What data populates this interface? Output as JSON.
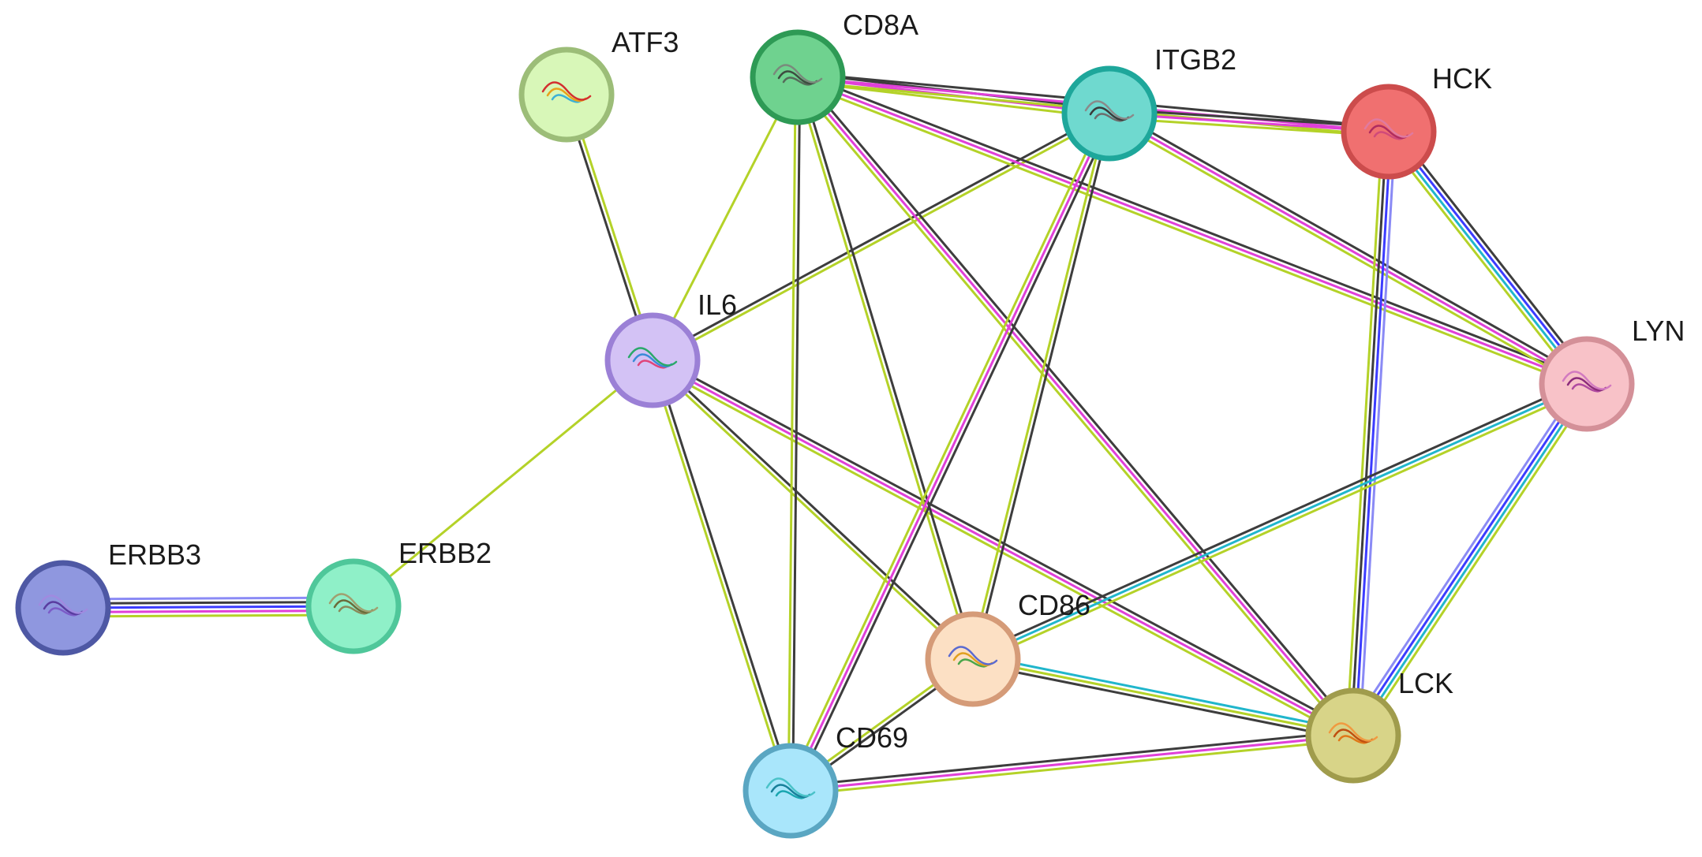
{
  "network": {
    "nodes": [
      {
        "id": "ATF3",
        "label": "ATF3",
        "fill": "#d8f7b8",
        "ring": "#9cbd78",
        "glyph": [
          "#3bb0d6",
          "#e8a21a",
          "#d32f2f"
        ]
      },
      {
        "id": "CD8A",
        "label": "CD8A",
        "fill": "#6fd28f",
        "ring": "#2e9a55",
        "glyph": [
          "#556b5a",
          "#3d4d40",
          "#7a8a7c"
        ]
      },
      {
        "id": "ITGB2",
        "label": "ITGB2",
        "fill": "#6fd9cf",
        "ring": "#1ea79b",
        "glyph": [
          "#6d6d6d",
          "#3a3a3a",
          "#8a8a8a"
        ]
      },
      {
        "id": "HCK",
        "label": "HCK",
        "fill": "#f07070",
        "ring": "#cc4c4c",
        "glyph": [
          "#d04a7a",
          "#b02c60",
          "#e07aa0"
        ]
      },
      {
        "id": "IL6",
        "label": "IL6",
        "fill": "#d3c2f5",
        "ring": "#9b80d6",
        "glyph": [
          "#e0457a",
          "#3a8ad8",
          "#2aa86a"
        ]
      },
      {
        "id": "LYN",
        "label": "LYN",
        "fill": "#f8c2c8",
        "ring": "#d49098",
        "glyph": [
          "#b04aa0",
          "#8c2c7c",
          "#d27ac0"
        ]
      },
      {
        "id": "ERBB3",
        "label": "ERBB3",
        "fill": "#8f97df",
        "ring": "#4e58a4",
        "glyph": [
          "#7c5cc8",
          "#5a3ca0",
          "#a08ae0"
        ]
      },
      {
        "id": "ERBB2",
        "label": "ERBB2",
        "fill": "#8ff0c8",
        "ring": "#4fc79a",
        "glyph": [
          "#8a8a5a",
          "#6b6b3a",
          "#a0a070"
        ]
      },
      {
        "id": "CD86",
        "label": "CD86",
        "fill": "#fce0c4",
        "ring": "#d59b78",
        "glyph": [
          "#4aa64a",
          "#e0a020",
          "#5a6ad0"
        ]
      },
      {
        "id": "LCK",
        "label": "LCK",
        "fill": "#d8d488",
        "ring": "#a09c4c",
        "glyph": [
          "#e07818",
          "#c05010",
          "#f09a40"
        ]
      },
      {
        "id": "CD69",
        "label": "CD69",
        "fill": "#a9e6fb",
        "ring": "#5aa6c2",
        "glyph": [
          "#1aa6b0",
          "#18809a",
          "#4ac2c8"
        ]
      }
    ],
    "evidence_colors": {
      "black": "#3d3d3d",
      "magenta": "#e040d8",
      "lime": "#b4d228",
      "blue": "#3c3cff",
      "lightblue": "#8a8af5",
      "cyan": "#20b6cc"
    },
    "edges": [
      {
        "a": "ATF3",
        "b": "IL6",
        "ev": [
          "lime",
          "black"
        ]
      },
      {
        "a": "IL6",
        "b": "CD8A",
        "ev": [
          "lime"
        ]
      },
      {
        "a": "IL6",
        "b": "ITGB2",
        "ev": [
          "black",
          "lime"
        ]
      },
      {
        "a": "IL6",
        "b": "ERBB2",
        "ev": [
          "lime"
        ]
      },
      {
        "a": "IL6",
        "b": "CD69",
        "ev": [
          "black",
          "lime"
        ]
      },
      {
        "a": "IL6",
        "b": "CD86",
        "ev": [
          "black",
          "lime"
        ]
      },
      {
        "a": "IL6",
        "b": "LCK",
        "ev": [
          "black",
          "magenta",
          "lime"
        ]
      },
      {
        "a": "ERBB3",
        "b": "ERBB2",
        "ev": [
          "lightblue",
          "black",
          "blue",
          "magenta",
          "lime"
        ]
      },
      {
        "a": "CD8A",
        "b": "ITGB2",
        "ev": [
          "black",
          "magenta",
          "lime"
        ]
      },
      {
        "a": "CD8A",
        "b": "HCK",
        "ev": [
          "black",
          "magenta",
          "lime"
        ]
      },
      {
        "a": "CD8A",
        "b": "LYN",
        "ev": [
          "black",
          "magenta",
          "lime"
        ]
      },
      {
        "a": "CD8A",
        "b": "CD69",
        "ev": [
          "black",
          "lime"
        ]
      },
      {
        "a": "CD8A",
        "b": "CD86",
        "ev": [
          "black",
          "lime"
        ]
      },
      {
        "a": "CD8A",
        "b": "LCK",
        "ev": [
          "black",
          "magenta",
          "lime"
        ]
      },
      {
        "a": "ITGB2",
        "b": "HCK",
        "ev": [
          "black",
          "magenta",
          "lime"
        ]
      },
      {
        "a": "ITGB2",
        "b": "LYN",
        "ev": [
          "black",
          "magenta",
          "lime"
        ]
      },
      {
        "a": "ITGB2",
        "b": "CD69",
        "ev": [
          "black",
          "magenta",
          "lime"
        ]
      },
      {
        "a": "ITGB2",
        "b": "CD86",
        "ev": [
          "black",
          "lime"
        ]
      },
      {
        "a": "HCK",
        "b": "LYN",
        "ev": [
          "black",
          "blue",
          "cyan",
          "lime"
        ]
      },
      {
        "a": "HCK",
        "b": "LCK",
        "ev": [
          "lightblue",
          "blue",
          "black",
          "lime"
        ]
      },
      {
        "a": "LYN",
        "b": "LCK",
        "ev": [
          "lime",
          "cyan",
          "blue",
          "lightblue"
        ]
      },
      {
        "a": "LYN",
        "b": "CD86",
        "ev": [
          "lime",
          "cyan",
          "black"
        ]
      },
      {
        "a": "CD86",
        "b": "LCK",
        "ev": [
          "cyan",
          "lime",
          "black"
        ]
      },
      {
        "a": "CD86",
        "b": "CD69",
        "ev": [
          "black",
          "lime"
        ]
      },
      {
        "a": "CD69",
        "b": "LCK",
        "ev": [
          "black",
          "magenta",
          "lime"
        ]
      }
    ]
  }
}
